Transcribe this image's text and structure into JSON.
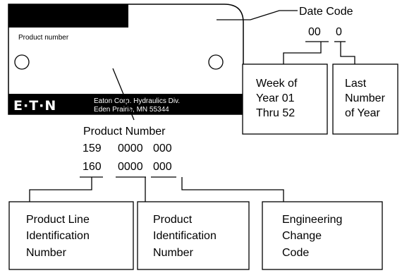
{
  "plate": {
    "product_number_label": "Product number",
    "logo": "E·T·N",
    "company_line1": "Eaton Corp. Hydraulics Div.",
    "company_line2": "Eden Prairie, MN 55344"
  },
  "date_code": {
    "title": "Date Code",
    "week_digits": "00",
    "year_digit": "0",
    "week_box": [
      "Week of",
      "Year 01",
      "Thru 52"
    ],
    "year_box": [
      "Last",
      "Number",
      "of Year"
    ]
  },
  "product_number": {
    "title": "Product Number",
    "row1": [
      "159",
      "0000",
      "000"
    ],
    "row2": [
      "160",
      "0000",
      "000"
    ]
  },
  "boxes": {
    "line_id": [
      "Product Line",
      "Identification",
      "Number"
    ],
    "product_id": [
      "Product",
      "Identification",
      "Number"
    ],
    "eng_change": [
      "Engineering",
      "Change",
      "Code"
    ]
  }
}
